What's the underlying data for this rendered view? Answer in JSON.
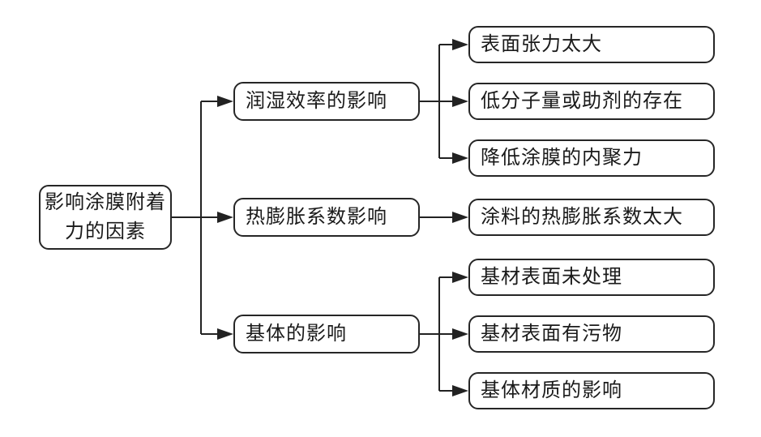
{
  "diagram": {
    "root": {
      "label": "影响涂膜附着力的因素"
    },
    "branches": [
      {
        "label": "润湿效率的影响",
        "children": [
          "表面张力太大",
          "低分子量或助剂的存在",
          "降低涂膜的内聚力"
        ]
      },
      {
        "label": "热膨胀系数影响",
        "children": [
          "涂料的热膨胀系数太大"
        ]
      },
      {
        "label": "基体的影响",
        "children": [
          "基材表面未处理",
          "基材表面有污物",
          "基体材质的影响"
        ]
      }
    ],
    "colors": {
      "background": "#ffffff",
      "line": "#222222",
      "box_border": "#262626",
      "box_fill": "#ffffff",
      "text": "#1a1a1a"
    }
  }
}
